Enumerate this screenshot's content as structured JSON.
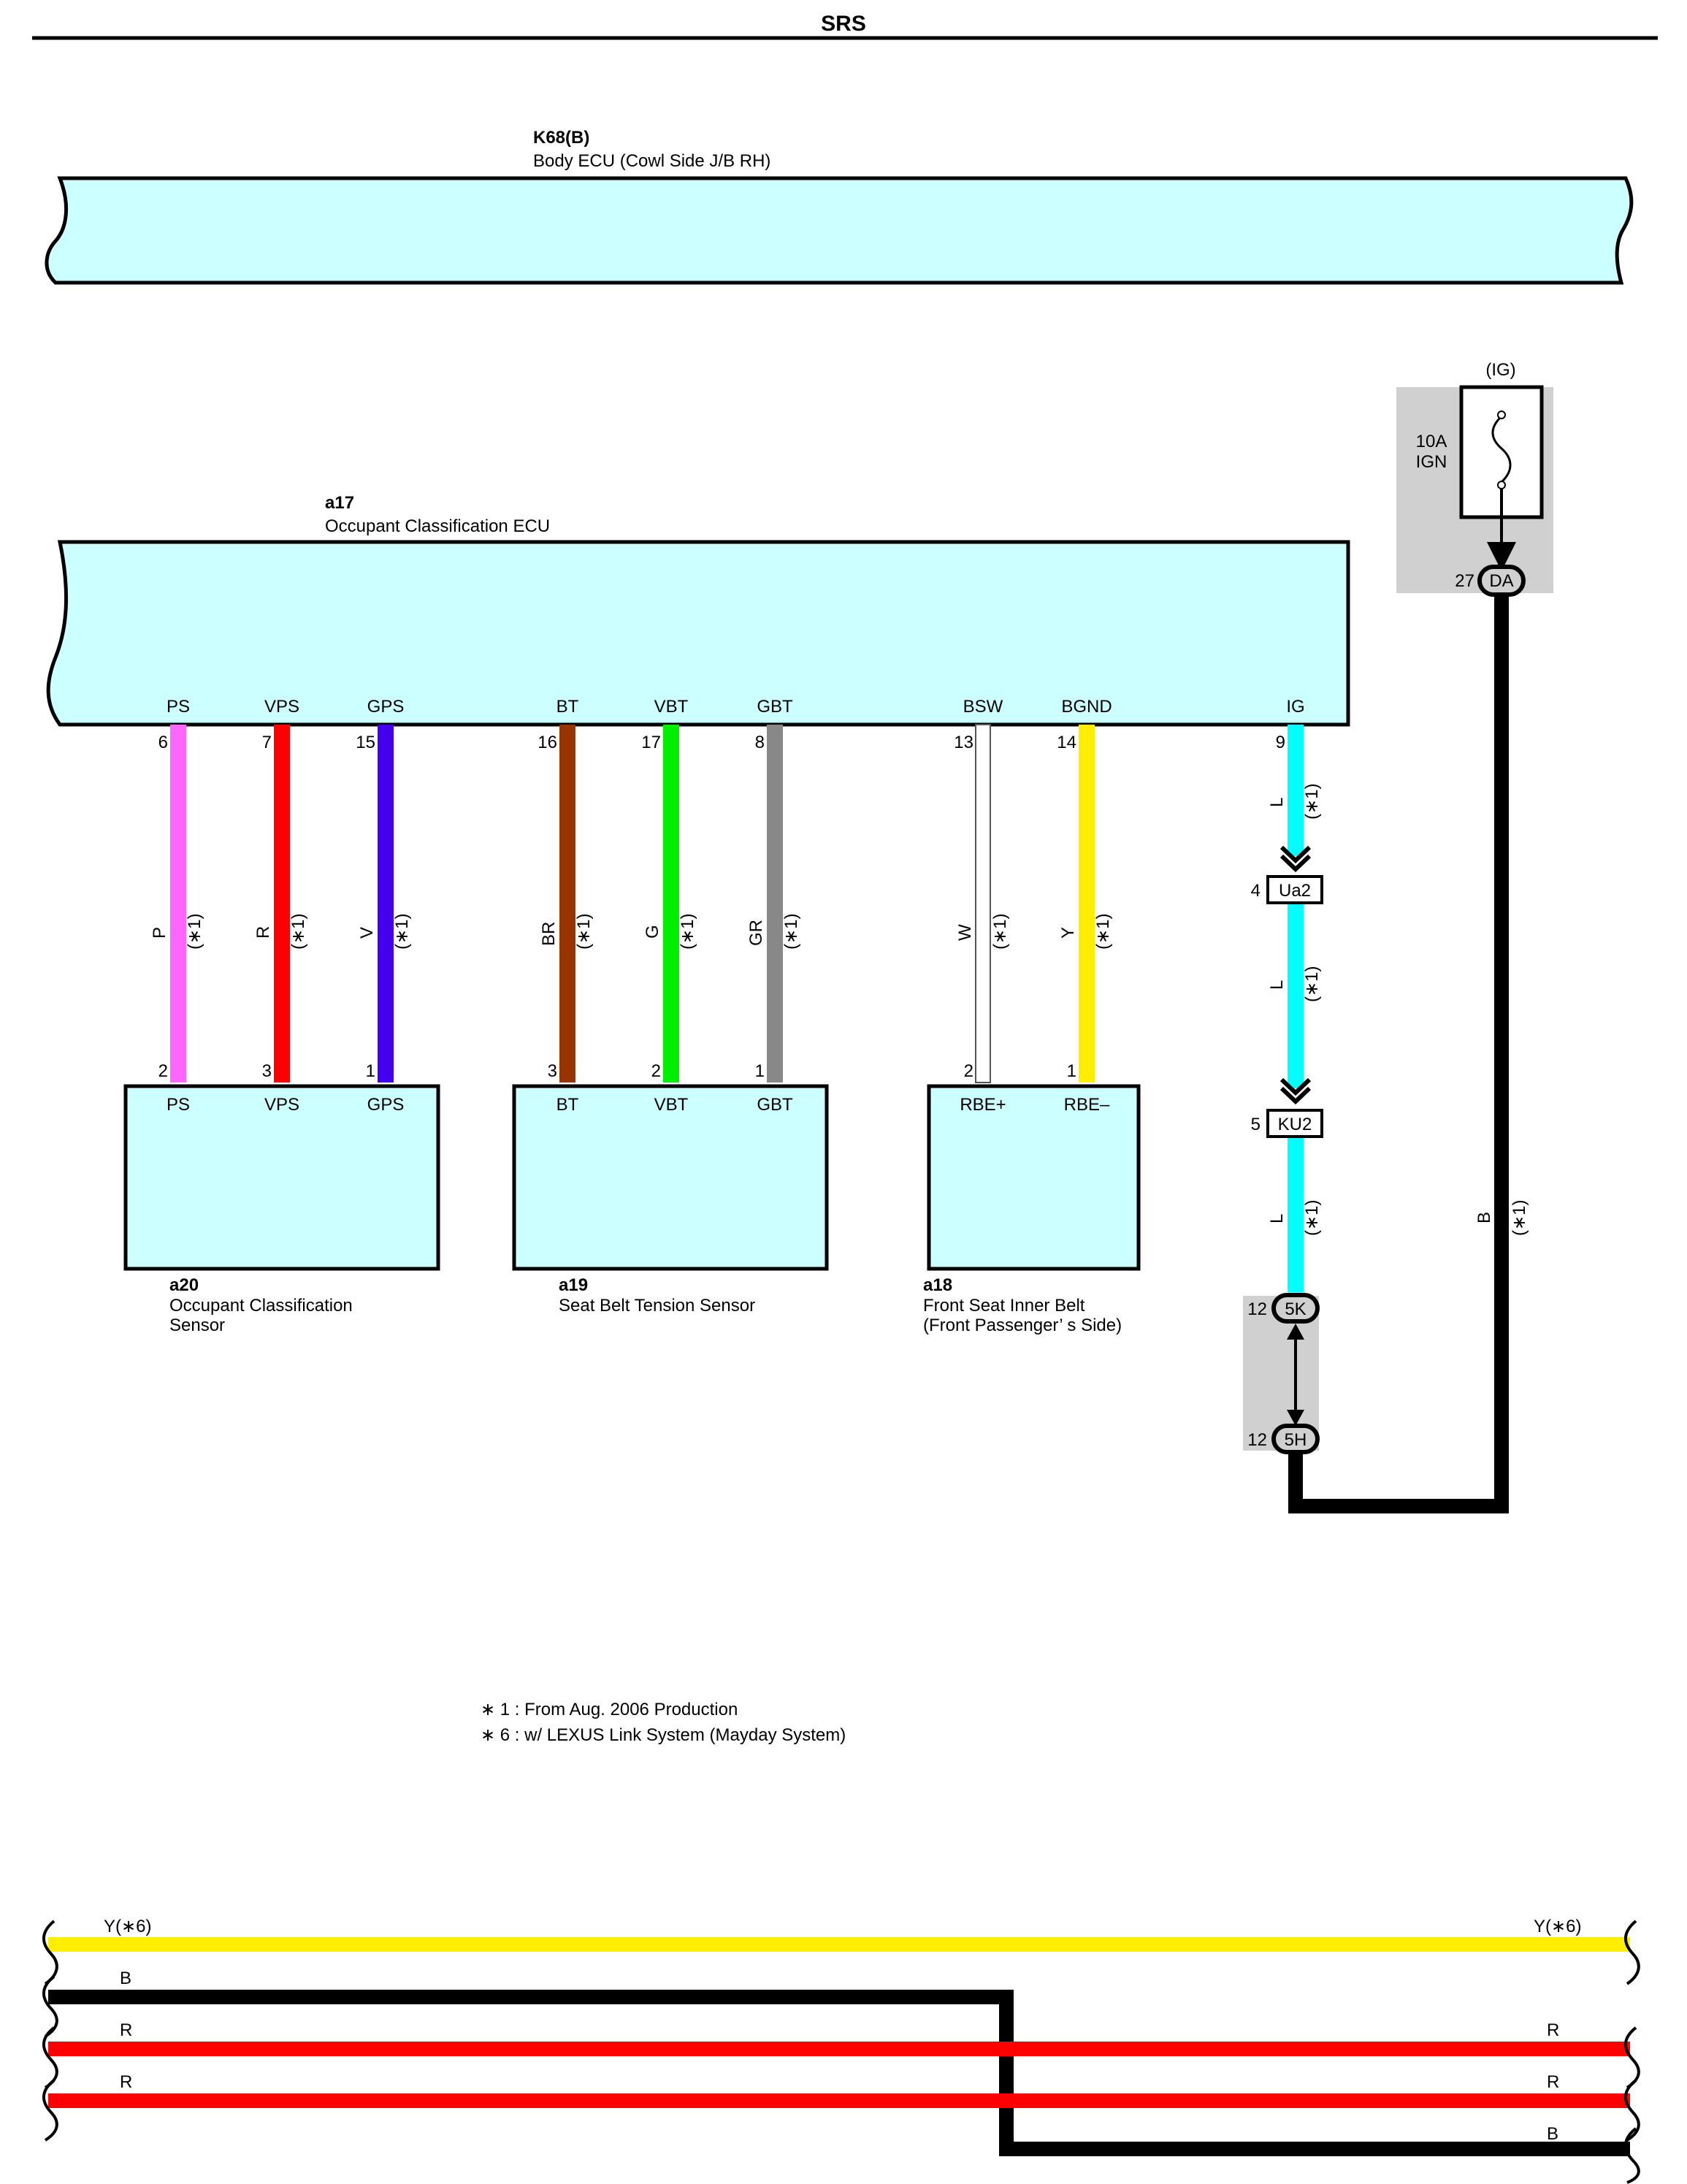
{
  "header": {
    "title": "SRS"
  },
  "colors": {
    "ecu_fill": "#ccffff",
    "conn_gray": "#d0d0d0",
    "wire_P": "#ff66ff",
    "wire_R": "#ff0000",
    "wire_V": "#4400ee",
    "wire_BR": "#993300",
    "wire_G": "#00ee00",
    "wire_GR": "#888888",
    "wire_W": "#ffffff",
    "wire_Y": "#ffee00",
    "wire_L": "#00ffff",
    "wire_B": "#000000"
  },
  "body_ecu": {
    "code": "K68(B)",
    "name": "Body ECU (Cowl Side J/B RH)"
  },
  "occupant_ecu": {
    "code": "a17",
    "name": "Occupant Classification ECU",
    "terminals": [
      {
        "name": "PS",
        "pin": "6"
      },
      {
        "name": "VPS",
        "pin": "7"
      },
      {
        "name": "GPS",
        "pin": "15"
      },
      {
        "name": "BT",
        "pin": "16"
      },
      {
        "name": "VBT",
        "pin": "17"
      },
      {
        "name": "GBT",
        "pin": "8"
      },
      {
        "name": "BSW",
        "pin": "13"
      },
      {
        "name": "BGND",
        "pin": "14"
      },
      {
        "name": "IG",
        "pin": "9"
      }
    ]
  },
  "fuse": {
    "group": "(IG)",
    "rating": "10A",
    "name": "IGN",
    "pin": "27",
    "connector": "DA"
  },
  "wires": [
    {
      "color_code": "P",
      "note": "(∗1)"
    },
    {
      "color_code": "R",
      "note": "(∗1)"
    },
    {
      "color_code": "V",
      "note": "(∗1)"
    },
    {
      "color_code": "BR",
      "note": "(∗1)"
    },
    {
      "color_code": "G",
      "note": "(∗1)"
    },
    {
      "color_code": "GR",
      "note": "(∗1)"
    },
    {
      "color_code": "W",
      "note": "(∗1)"
    },
    {
      "color_code": "Y",
      "note": "(∗1)"
    },
    {
      "color_code": "L",
      "note": "(∗1)"
    },
    {
      "color_code": "L",
      "note": "(∗1)"
    },
    {
      "color_code": "L",
      "note": "(∗1)"
    },
    {
      "color_code": "B",
      "note": "(∗1)"
    }
  ],
  "junctions": [
    {
      "pin": "4",
      "name": "Ua2"
    },
    {
      "pin": "5",
      "name": "KU2"
    },
    {
      "pin": "12",
      "name": "5K"
    },
    {
      "pin": "12",
      "name": "5H"
    }
  ],
  "sensors": [
    {
      "code": "a20",
      "name_line1": "Occupant Classification",
      "name_line2": "Sensor",
      "terminals": [
        {
          "name": "PS",
          "pin": "2"
        },
        {
          "name": "VPS",
          "pin": "3"
        },
        {
          "name": "GPS",
          "pin": "1"
        }
      ]
    },
    {
      "code": "a19",
      "name_line1": "Seat Belt Tension Sensor",
      "name_line2": "",
      "terminals": [
        {
          "name": "BT",
          "pin": "3"
        },
        {
          "name": "VBT",
          "pin": "2"
        },
        {
          "name": "GBT",
          "pin": "1"
        }
      ]
    },
    {
      "code": "a18",
      "name_line1": "Front Seat Inner Belt",
      "name_line2": "(Front Passenger’ s Side)",
      "terminals": [
        {
          "name": "RBE+",
          "pin": "2"
        },
        {
          "name": "RBE–",
          "pin": "1"
        }
      ]
    }
  ],
  "notes": [
    "∗ 1 : From Aug.  2006 Production",
    "∗ 6 : w/ LEXUS Link System (Mayday System)"
  ],
  "bus": {
    "left_labels": [
      "Y(∗6)",
      "B",
      "R",
      "R"
    ],
    "right_labels": [
      "Y(∗6)",
      "R",
      "R",
      "B"
    ]
  }
}
